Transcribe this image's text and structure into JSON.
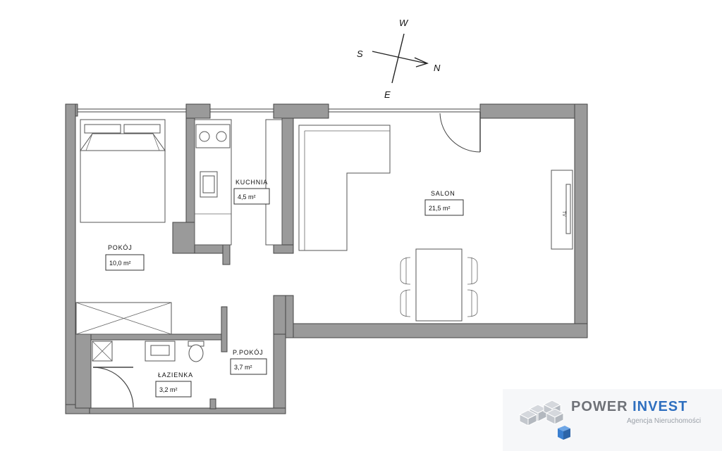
{
  "compass": {
    "north": "N",
    "south": "S",
    "east": "E",
    "west": "W"
  },
  "rooms": [
    {
      "name": "KUCHNIA",
      "area": "4,5 m²"
    },
    {
      "name": "SALON",
      "area": "21,5 m²"
    },
    {
      "name": "POKÓJ",
      "area": "10,0 m²"
    },
    {
      "name": "P.POKÓJ",
      "area": "3,7 m²"
    },
    {
      "name": "ŁAZIENKA",
      "area": "3,2 m²"
    }
  ],
  "fixtures": {
    "tv_label": "TV"
  },
  "logo": {
    "word1": "POWER",
    "word2": "INVEST",
    "tagline": "Agencja Nieruchomości",
    "colors": {
      "grey": "#6f7278",
      "blue": "#2e6fbf"
    }
  }
}
